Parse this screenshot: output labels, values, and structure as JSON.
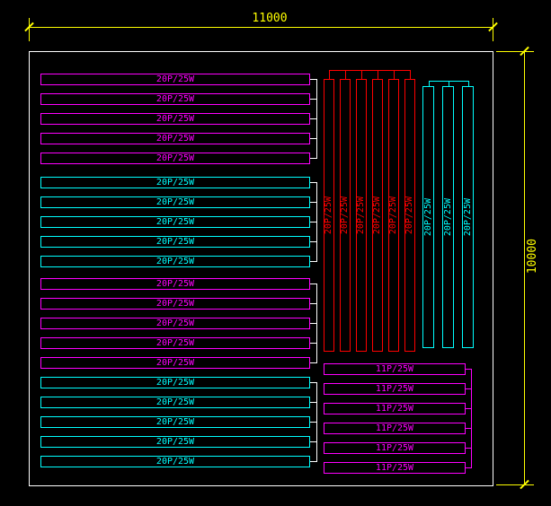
{
  "dimensions": {
    "width_label": "11000",
    "height_label": "10000"
  },
  "groups": {
    "left": [
      {
        "id": "left-1",
        "color": "magenta",
        "bars": 5,
        "label": "20P/25W"
      },
      {
        "id": "left-2",
        "color": "cyan",
        "bars": 5,
        "label": "20P/25W"
      },
      {
        "id": "left-3",
        "color": "magenta",
        "bars": 5,
        "label": "20P/25W"
      },
      {
        "id": "left-4",
        "color": "cyan",
        "bars": 5,
        "label": "20P/25W"
      }
    ],
    "vertical": [
      {
        "id": "vertical-red",
        "color": "red",
        "bars": 6,
        "label": "20P/25W"
      },
      {
        "id": "vertical-cyan",
        "color": "cyan",
        "bars": 3,
        "label": "20P/25W"
      }
    ],
    "bottom": [
      {
        "id": "bottom-right",
        "color": "magenta",
        "bars": 6,
        "label": "11P/25W"
      }
    ]
  },
  "colors": {
    "background": "#000000",
    "border": "#ffffff",
    "dimension": "#ffff00",
    "magenta": "#ff00ff",
    "cyan": "#00ffff",
    "red": "#ff0000"
  }
}
